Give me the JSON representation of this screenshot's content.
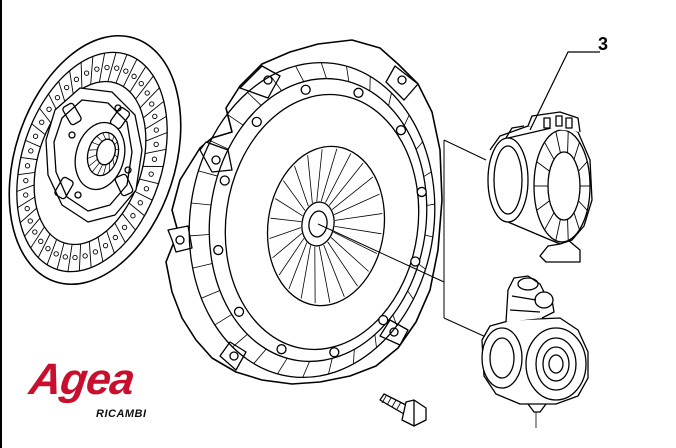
{
  "callout": {
    "number": "3"
  },
  "logo": {
    "word": "Agea",
    "subtitle": "RICAMBI",
    "color": "#c8102e"
  }
}
